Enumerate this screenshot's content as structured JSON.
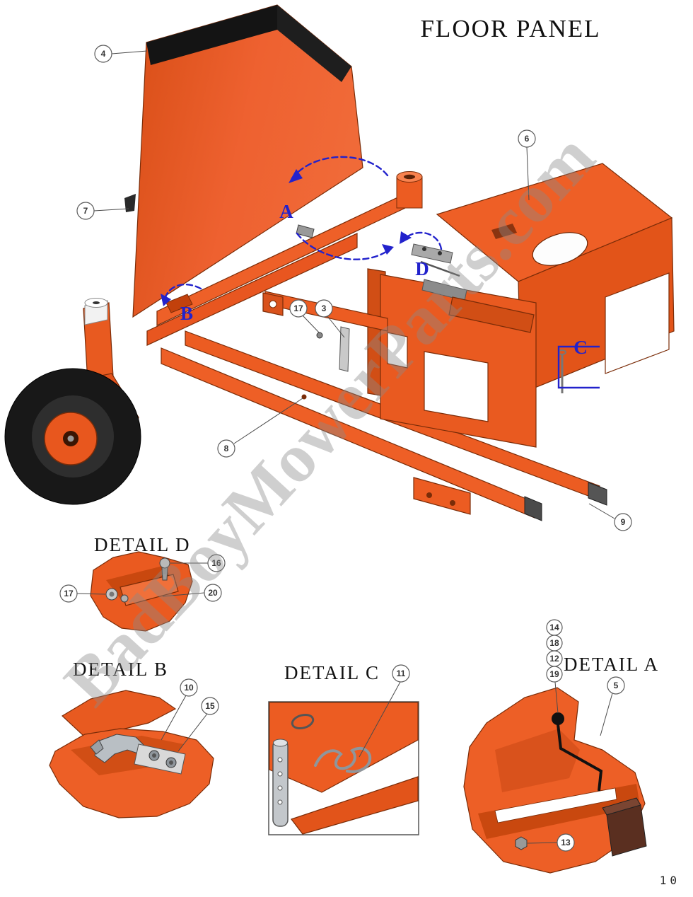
{
  "page": {
    "title": "FLOOR PANEL",
    "page_number": "10",
    "watermark": "BadBoyMowerParts.com"
  },
  "colors": {
    "body_orange": "#ed5f26",
    "dark_orange": "#c9480f",
    "outline_brown": "#7a2c08",
    "annotation_blue": "#2222cc"
  },
  "annotations": {
    "letters": {
      "a": "A",
      "b": "B",
      "c": "C",
      "d": "D"
    }
  },
  "details": {
    "d": {
      "label": "DETAIL  D"
    },
    "b": {
      "label": "DETAIL  B"
    },
    "c": {
      "label": "DETAIL  C"
    },
    "a": {
      "label": "DETAIL  A"
    }
  },
  "callouts": {
    "main": [
      {
        "num": "4"
      },
      {
        "num": "7"
      },
      {
        "num": "6"
      },
      {
        "num": "17"
      },
      {
        "num": "3"
      },
      {
        "num": "8"
      },
      {
        "num": "9"
      }
    ],
    "detail_d": [
      {
        "num": "16"
      },
      {
        "num": "17"
      },
      {
        "num": "20"
      }
    ],
    "detail_b": [
      {
        "num": "10"
      },
      {
        "num": "15"
      }
    ],
    "detail_c": [
      {
        "num": "11"
      }
    ],
    "detail_a": [
      {
        "num": "14"
      },
      {
        "num": "18"
      },
      {
        "num": "12"
      },
      {
        "num": "19"
      },
      {
        "num": "5"
      },
      {
        "num": "13"
      }
    ]
  }
}
